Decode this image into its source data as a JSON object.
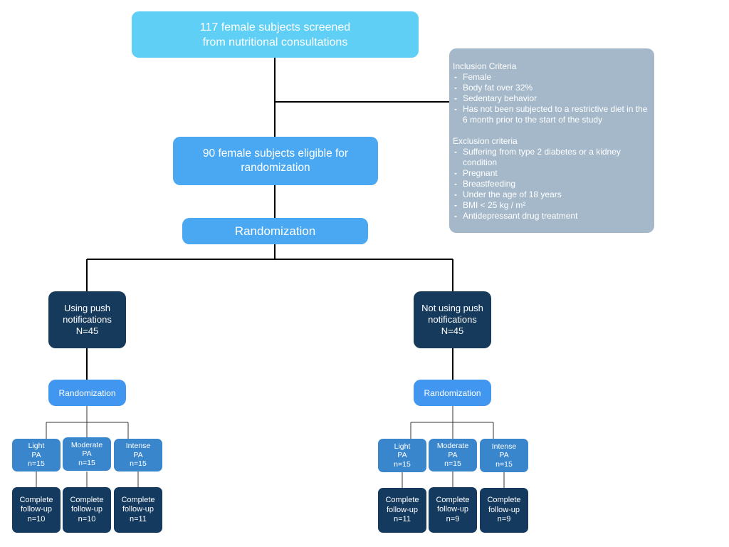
{
  "screened": "117 female subjects screened\nfrom nutritional consultations",
  "eligible": "90 female subjects eligible for\nrandomization",
  "randomization_main": "Randomization",
  "criteria": {
    "inclusion_title": "Inclusion Criteria",
    "inclusion": [
      "Female",
      "Body fat over 32%",
      "Sedentary behavior",
      "Has not been  subjected to a restrictive diet in the 6 month prior to the start of the study"
    ],
    "exclusion_title": "Exclusion criteria",
    "exclusion": [
      "Suffering from type 2 diabetes or a kidney condition",
      "Pregnant",
      "Breastfeeding",
      "Under the age of 18 years",
      "BMI < 25 kg / m²",
      "Antidepressant drug treatment"
    ]
  },
  "arms": [
    {
      "label": "Using push\nnotifications\nN=45",
      "randomization": "Randomization",
      "groups": [
        {
          "label": "Light\nPA\nn=15",
          "followup": "Complete\nfollow-up\nn=10"
        },
        {
          "label": "Moderate\nPA\nn=15",
          "followup": "Complete\nfollow-up\nn=10"
        },
        {
          "label": "Intense\nPA\nn=15",
          "followup": "Complete\nfollow-up\nn=11"
        }
      ]
    },
    {
      "label": "Not using push\nnotifications\nN=45",
      "randomization": "Randomization",
      "groups": [
        {
          "label": "Light\nPA\nn=15",
          "followup": "Complete\nfollow-up\nn=11"
        },
        {
          "label": "Moderate\nPA\nn=15",
          "followup": "Complete\nfollow-up\nn=9"
        },
        {
          "label": "Intense\nPA\nn=15",
          "followup": "Complete\nfollow-up\nn=9"
        }
      ]
    }
  ]
}
